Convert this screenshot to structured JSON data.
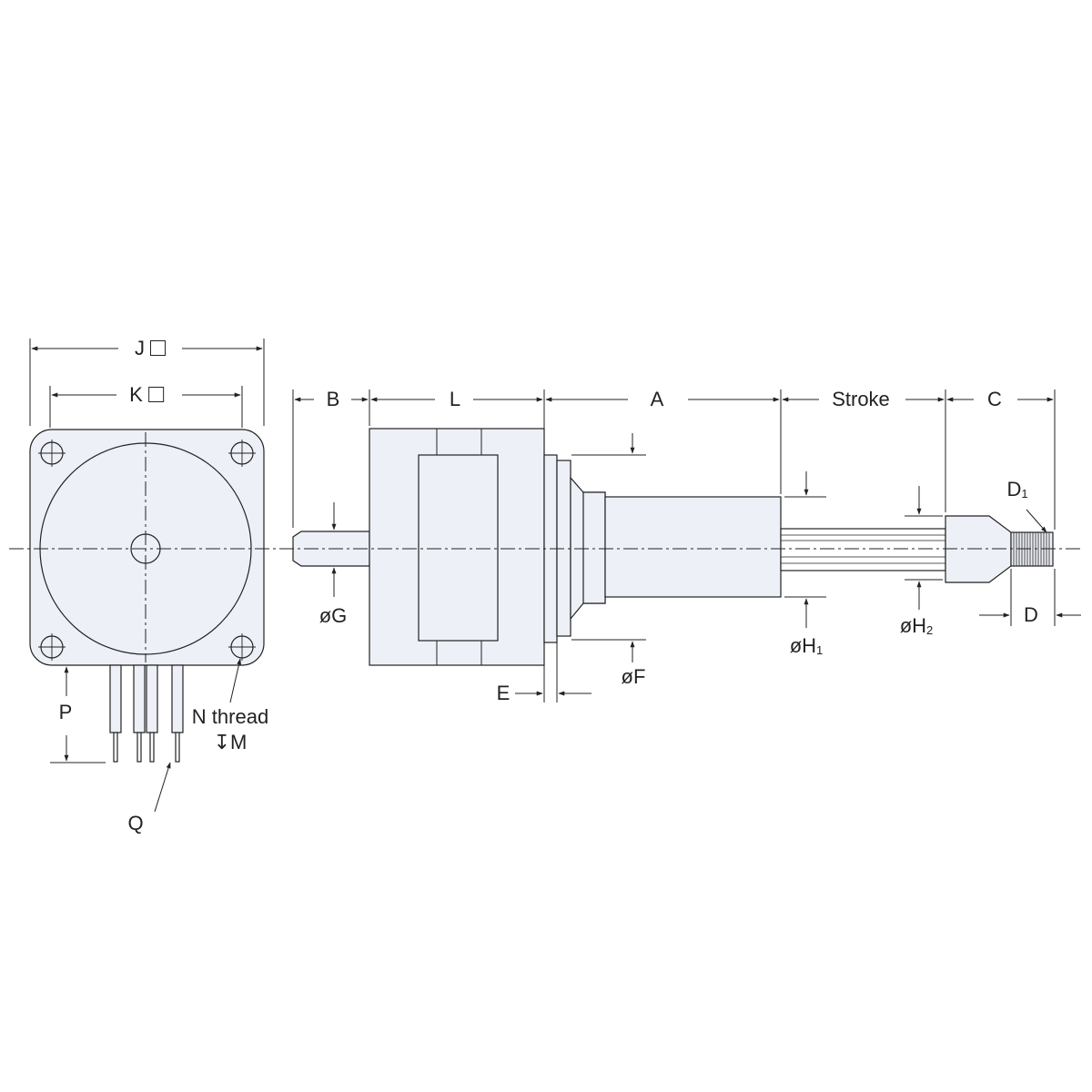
{
  "colors": {
    "body_fill": "#eef0f8",
    "line": "#222222",
    "center_line": "#222222"
  },
  "labels": {
    "J": "J",
    "K": "K",
    "B": "B",
    "L": "L",
    "A": "A",
    "stroke": "Stroke",
    "C": "C",
    "D1_main": "D",
    "D1_sub": "1",
    "D": "D",
    "G": "øG",
    "H1_main": "øH",
    "H1_sub": "1",
    "H2_main": "øH",
    "H2_sub": "2",
    "F": "øF",
    "E": "E",
    "P": "P",
    "N_thread": "N thread",
    "M": "↧M",
    "Q": "Q"
  },
  "icons": {
    "square_symbol": "square-icon",
    "depth_symbol": "depth-icon"
  }
}
